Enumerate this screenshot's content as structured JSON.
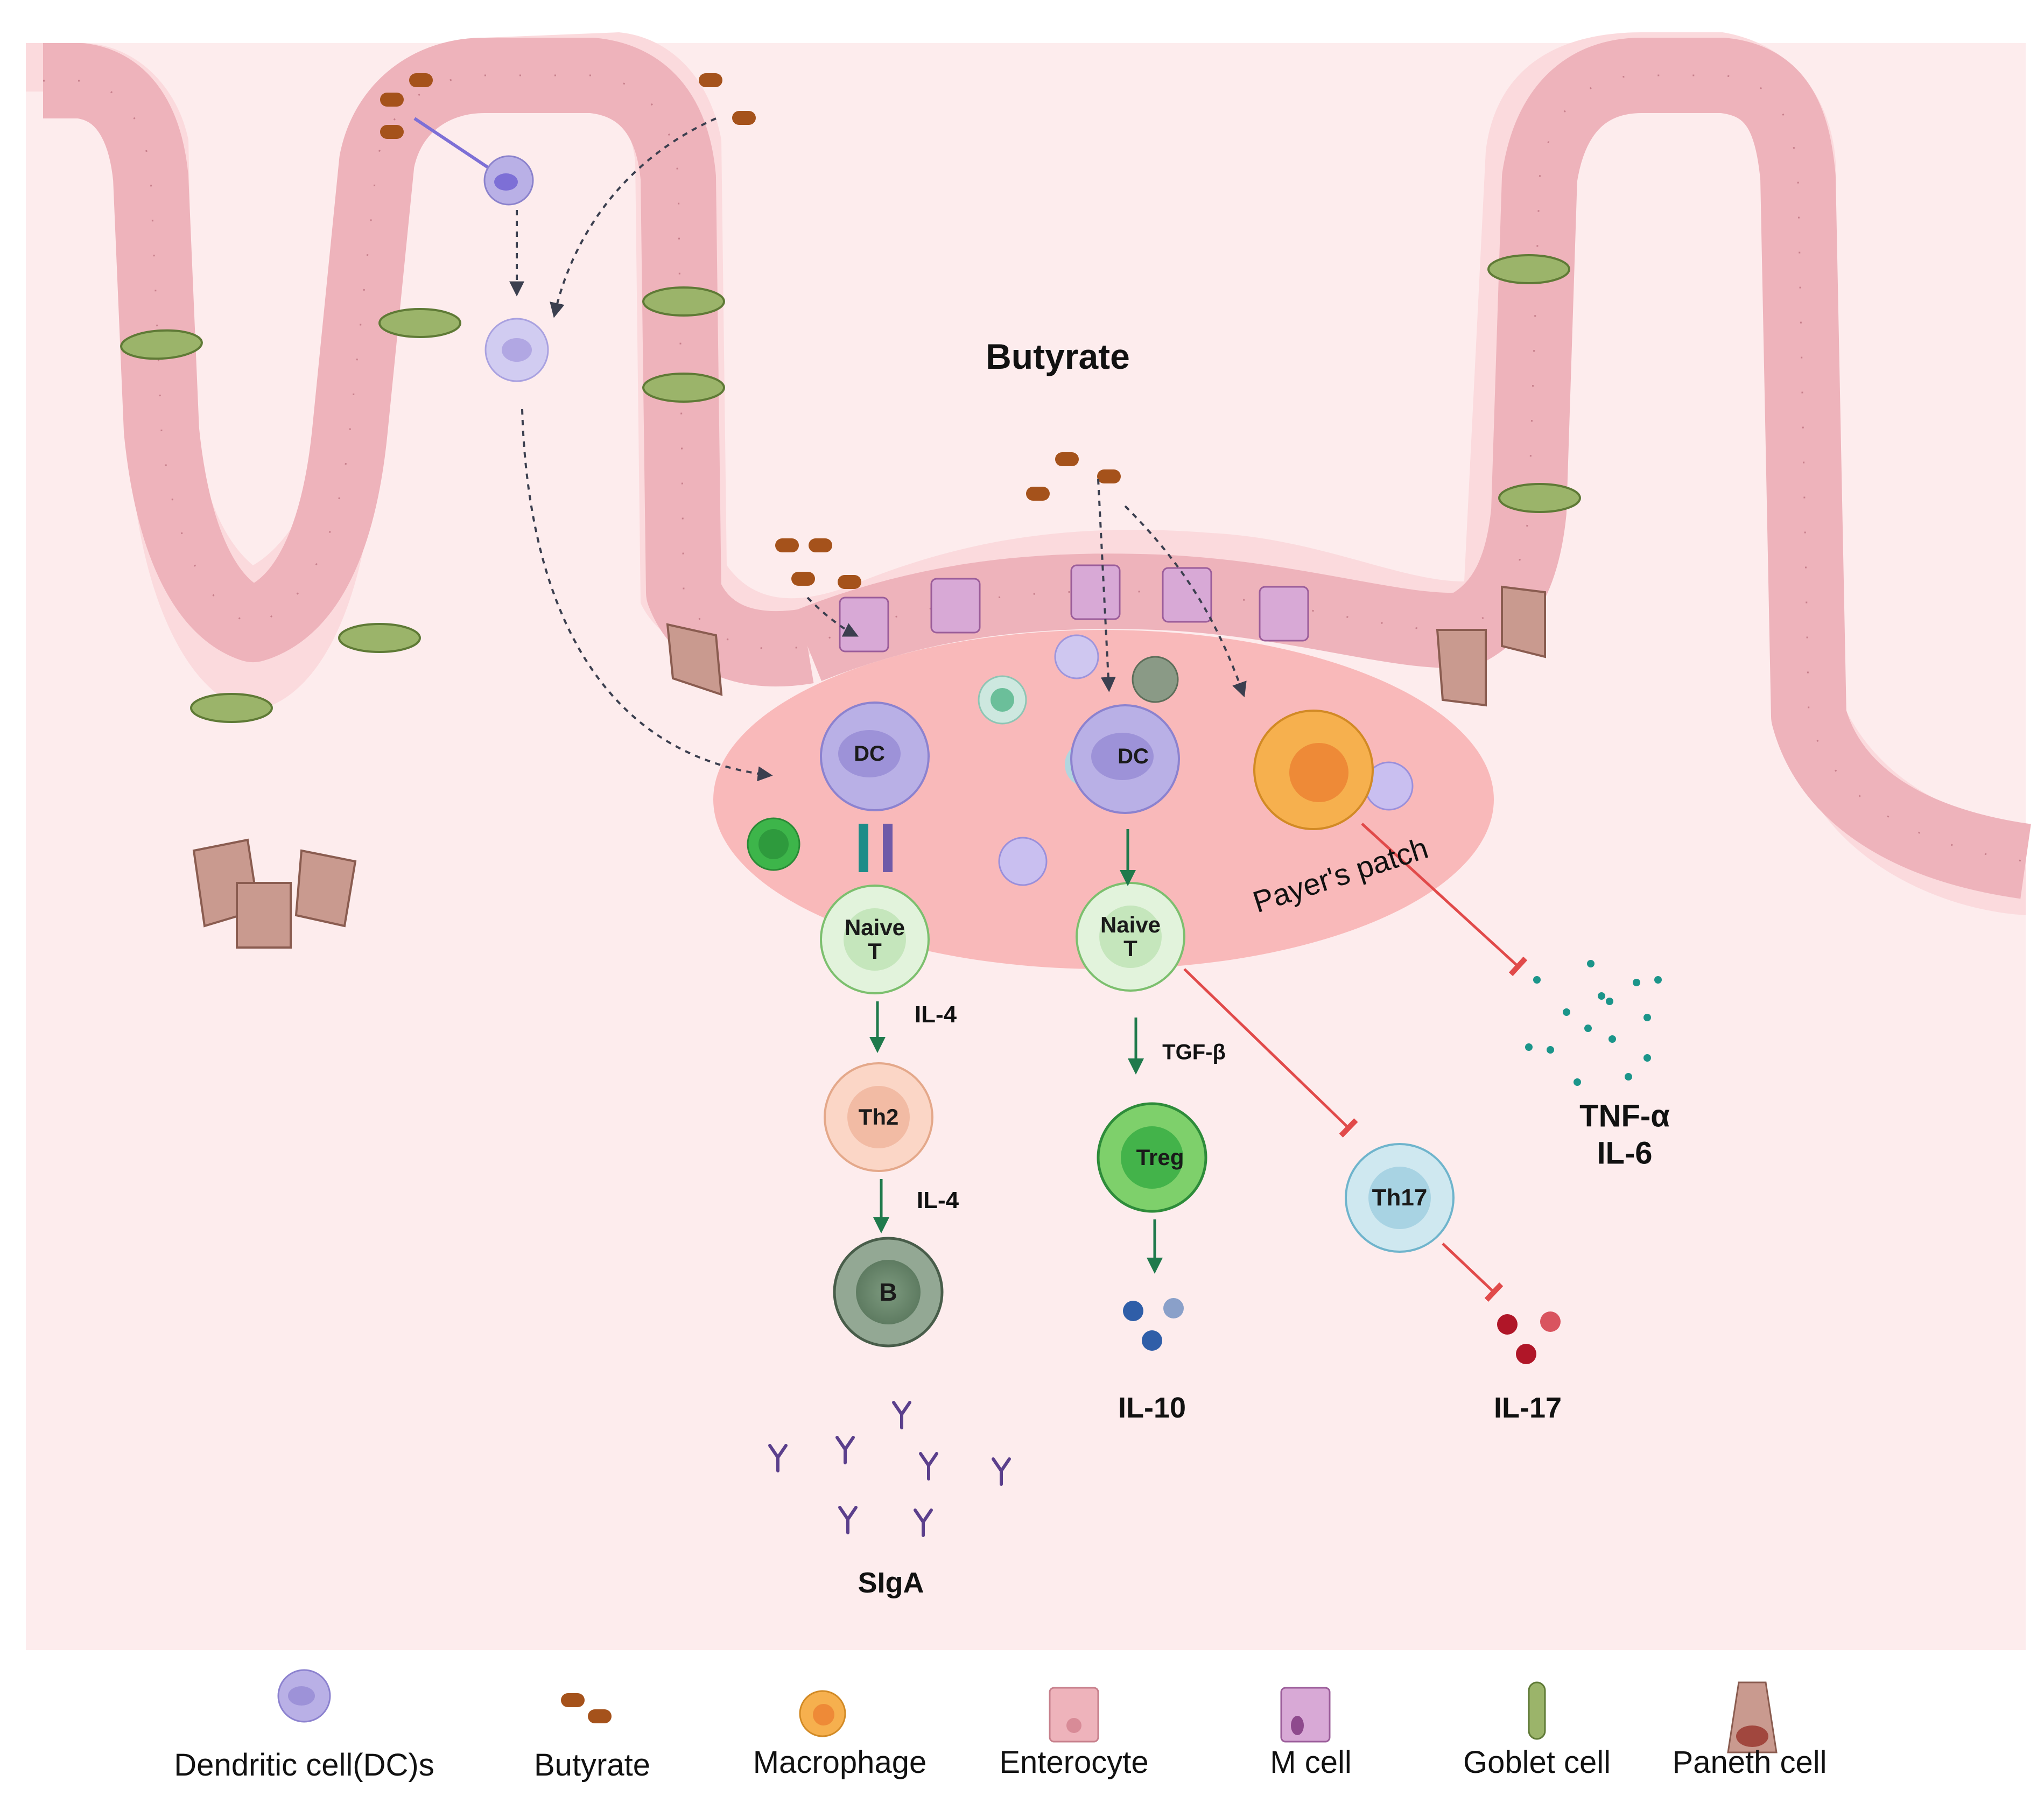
{
  "labels": {
    "butyrate": "Butyrate",
    "peyers_patch": "Payer's patch",
    "il4_a": "IL-4",
    "il4_b": "IL-4",
    "tgfb": "TGF-β",
    "tnfa": "TNF-α",
    "il6": "IL-6",
    "il10": "IL-10",
    "il17": "IL-17",
    "siga": "SIgA"
  },
  "cells": {
    "dc1": "DC",
    "dc2": "DC",
    "naive1_a": "Naive",
    "naive1_b": "T",
    "naive2_a": "Naive",
    "naive2_b": "T",
    "th2": "Th2",
    "b": "B",
    "treg": "Treg",
    "th17": "Th17"
  },
  "legend": [
    {
      "label": "Dendritic cell(DC)s",
      "icon": "dendritic-cell-icon"
    },
    {
      "label": "Butyrate",
      "icon": "butyrate-icon"
    },
    {
      "label": "Macrophage",
      "icon": "macrophage-icon"
    },
    {
      "label": "Enterocyte",
      "icon": "enterocyte-icon"
    },
    {
      "label": "M cell",
      "icon": "m-cell-icon"
    },
    {
      "label": "Goblet cell",
      "icon": "goblet-cell-icon"
    },
    {
      "label": "Paneth cell",
      "icon": "paneth-cell-icon"
    }
  ],
  "colors": {
    "tissue": "#fdeced",
    "epithelium": "#eeb3bb",
    "patch": "#f9b9ba",
    "dc": "#b9b0e6",
    "butyrate": "#a5521b",
    "goblet": "#9bb46a",
    "macrophage": "#f6b04e",
    "activate": "#1f7a4c",
    "inhibit": "#e14a4a"
  }
}
